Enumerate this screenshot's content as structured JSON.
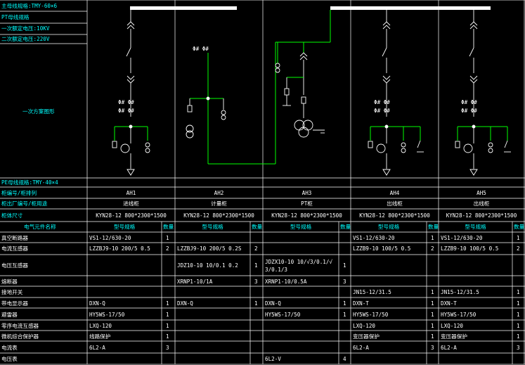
{
  "left_labels": {
    "busbar_spec": "主母线规格:TMY-60×6",
    "pt_label": "PT母线规格",
    "primary_voltage": "一次额定电压:10KV",
    "secondary_voltage": "二次额定电压:220V",
    "scheme": "一次方案图形",
    "pe_busbar": "PE母线规格:TMY-40×4",
    "cabinet_no": "柜编号/柜排列",
    "factory_no": "柜出厂编号/柜用途",
    "cabinet_size": "柜体尺寸",
    "component_name": "电气元件名称"
  },
  "cabinets": [
    {
      "no": "AH1",
      "use": "进线柜",
      "size": "KYN28-12 800*2300*1500"
    },
    {
      "no": "AH2",
      "use": "计量柜",
      "size": "KYN28-12 800*2300*1500"
    },
    {
      "no": "AH3",
      "use": "PT柜",
      "size": "KYN28-12 800*2300*1500"
    },
    {
      "no": "AH4",
      "use": "出线柜",
      "size": "KYN28-12 800*2300*1500"
    },
    {
      "no": "AH5",
      "use": "出线柜",
      "size": "KYN28-12 800*2300*1500"
    }
  ],
  "col_headers": {
    "model": "型号规格",
    "qty": "数量"
  },
  "rows": [
    {
      "name": "真空断路器",
      "cells": [
        [
          "VS1-12/630-20",
          "1"
        ],
        [
          "",
          ""
        ],
        [
          "",
          ""
        ],
        [
          "VS1-12/630-20",
          "1"
        ],
        [
          "VS1-12/630-20",
          "1"
        ]
      ]
    },
    {
      "name": "电流互感器",
      "cells": [
        [
          "LZZBJ9-10 200/5 0.5",
          "2"
        ],
        [
          "LZZBJ9-10 200/5 0.2S",
          "2"
        ],
        [
          "",
          ""
        ],
        [
          "LZZB9-10 100/5 0.5",
          "2"
        ],
        [
          "LZZB9-10 100/5 0.5",
          "2"
        ]
      ]
    },
    {
      "name": "电压互感器",
      "cells": [
        [
          "",
          ""
        ],
        [
          "JDZ10-10 10/0.1 0.2",
          "1"
        ],
        [
          "JDZX10-10 10/√3/0.1/√3/0.1/3",
          "1"
        ],
        [
          "",
          ""
        ],
        [
          "",
          ""
        ]
      ]
    },
    {
      "name": "熔断器",
      "cells": [
        [
          "",
          ""
        ],
        [
          "XRNP1-10/1A",
          "3"
        ],
        [
          "XRNP1-10/0.5A",
          "3"
        ],
        [
          "",
          ""
        ],
        [
          "",
          ""
        ]
      ]
    },
    {
      "name": "接地开关",
      "cells": [
        [
          "",
          ""
        ],
        [
          "",
          ""
        ],
        [
          "",
          ""
        ],
        [
          "JN15-12/31.5",
          "1"
        ],
        [
          "JN15-12/31.5",
          "1"
        ]
      ]
    },
    {
      "name": "带电显示器",
      "cells": [
        [
          "DXN-Q",
          "1"
        ],
        [
          "DXN-Q",
          "1"
        ],
        [
          "DXN-Q",
          "1"
        ],
        [
          "DXN-T",
          "1"
        ],
        [
          "DXN-T",
          "1"
        ]
      ]
    },
    {
      "name": "避雷器",
      "cells": [
        [
          "HY5WS-17/50",
          "1"
        ],
        [
          "",
          ""
        ],
        [
          "HY5WS-17/50",
          "1"
        ],
        [
          "HY5WS-17/50",
          "1"
        ],
        [
          "HY5WS-17/50",
          "1"
        ]
      ]
    },
    {
      "name": "零序电流互感器",
      "cells": [
        [
          "LXQ-120",
          "1"
        ],
        [
          "",
          ""
        ],
        [
          "",
          ""
        ],
        [
          "LXQ-120",
          "1"
        ],
        [
          "LXQ-120",
          "1"
        ]
      ]
    },
    {
      "name": "微机综合保护器",
      "cells": [
        [
          "线路保护",
          "1"
        ],
        [
          "",
          ""
        ],
        [
          "",
          ""
        ],
        [
          "变压器保护",
          "1"
        ],
        [
          "变压器保护",
          "1"
        ]
      ]
    },
    {
      "name": "电流表",
      "cells": [
        [
          "6L2-A",
          "3"
        ],
        [
          "",
          ""
        ],
        [
          "",
          ""
        ],
        [
          "6L2-A",
          "3"
        ],
        [
          "6L2-A",
          "3"
        ]
      ]
    },
    {
      "name": "电压表",
      "cells": [
        [
          "",
          ""
        ],
        [
          "",
          ""
        ],
        [
          "6L2-V",
          "4"
        ],
        [
          "",
          ""
        ],
        [
          "",
          ""
        ]
      ]
    }
  ],
  "colors": {
    "grid": "#ffffff",
    "label": "#00ffff",
    "wire": "#00ff00"
  }
}
